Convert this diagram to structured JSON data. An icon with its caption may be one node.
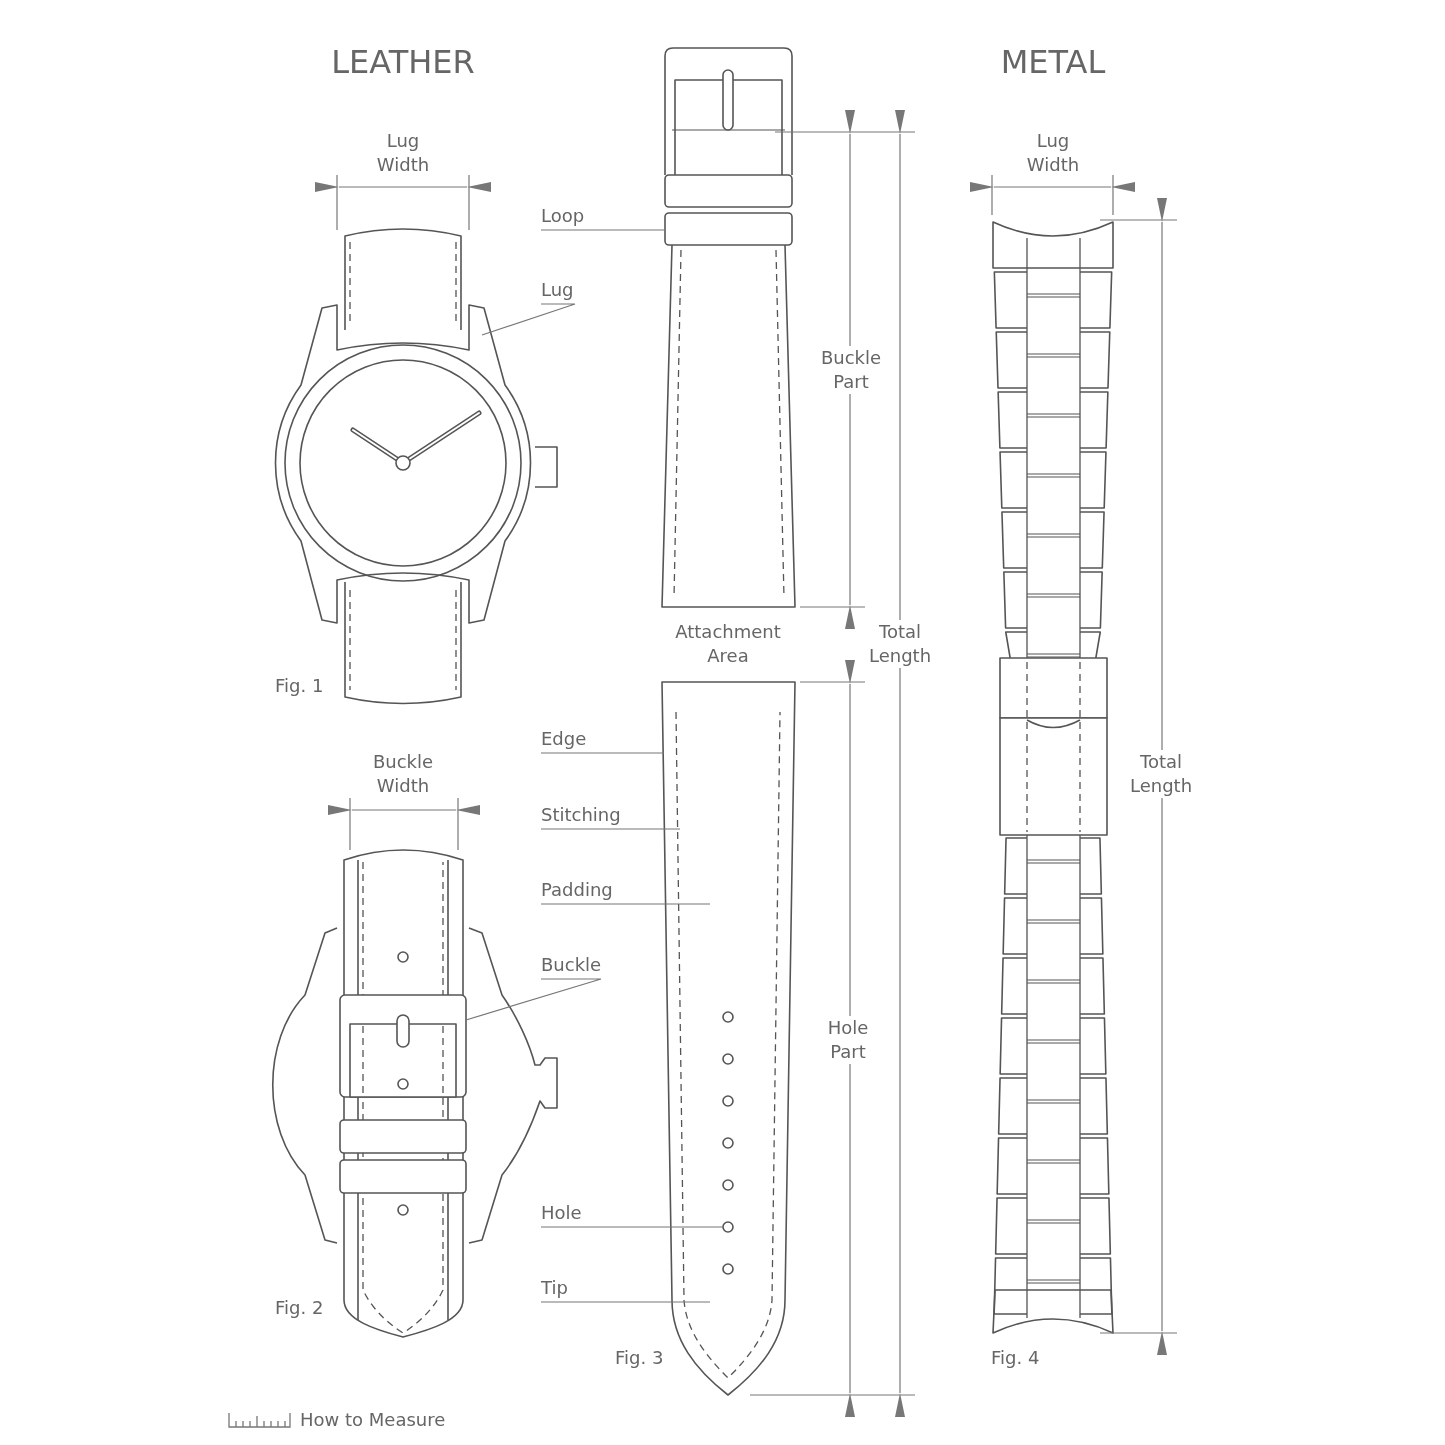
{
  "diagram": {
    "nodes": [
      {
        "text": [
          "Loop"
        ]
      },
      {
        "text": [
          "Lug"
        ]
      },
      {
        "text": [
          "Edge"
        ]
      },
      {
        "text": [
          "Stitching"
        ]
      },
      {
        "text": [
          "Padding"
        ]
      },
      {
        "text": [
          "Buckle"
        ]
      },
      {
        "text": [
          "Hole"
        ]
      },
      {
        "text": [
          "Tip"
        ]
      },
      {
        "text": [],
        "shape": "picture"
      }
    ],
    "edges": [
      {
        "from": 0,
        "to": 8,
        "arrow": "none"
      },
      {
        "from": 1,
        "to": null,
        "arrow": "none"
      },
      {
        "from": 2,
        "to": 8,
        "arrow": "none"
      },
      {
        "from": 3,
        "to": 8,
        "arrow": "none"
      },
      {
        "from": 4,
        "to": 8,
        "arrow": "none"
      },
      {
        "from": 5,
        "to": null,
        "arrow": "none"
      },
      {
        "from": 6,
        "to": 8,
        "arrow": "none"
      },
      {
        "from": 7,
        "to": 8,
        "arrow": "none"
      }
    ],
    "labels": [
      "LEATHER",
      "METAL",
      "Lug Width",
      "Lug Width",
      "Buckle Part",
      "Attachment Area",
      "Total Length",
      "Fig. 1",
      "Buckle Width",
      "Total Length",
      "Hole Part",
      "Fig. 2",
      "Fig. 3",
      "Fig. 4",
      "How to Measure"
    ]
  }
}
